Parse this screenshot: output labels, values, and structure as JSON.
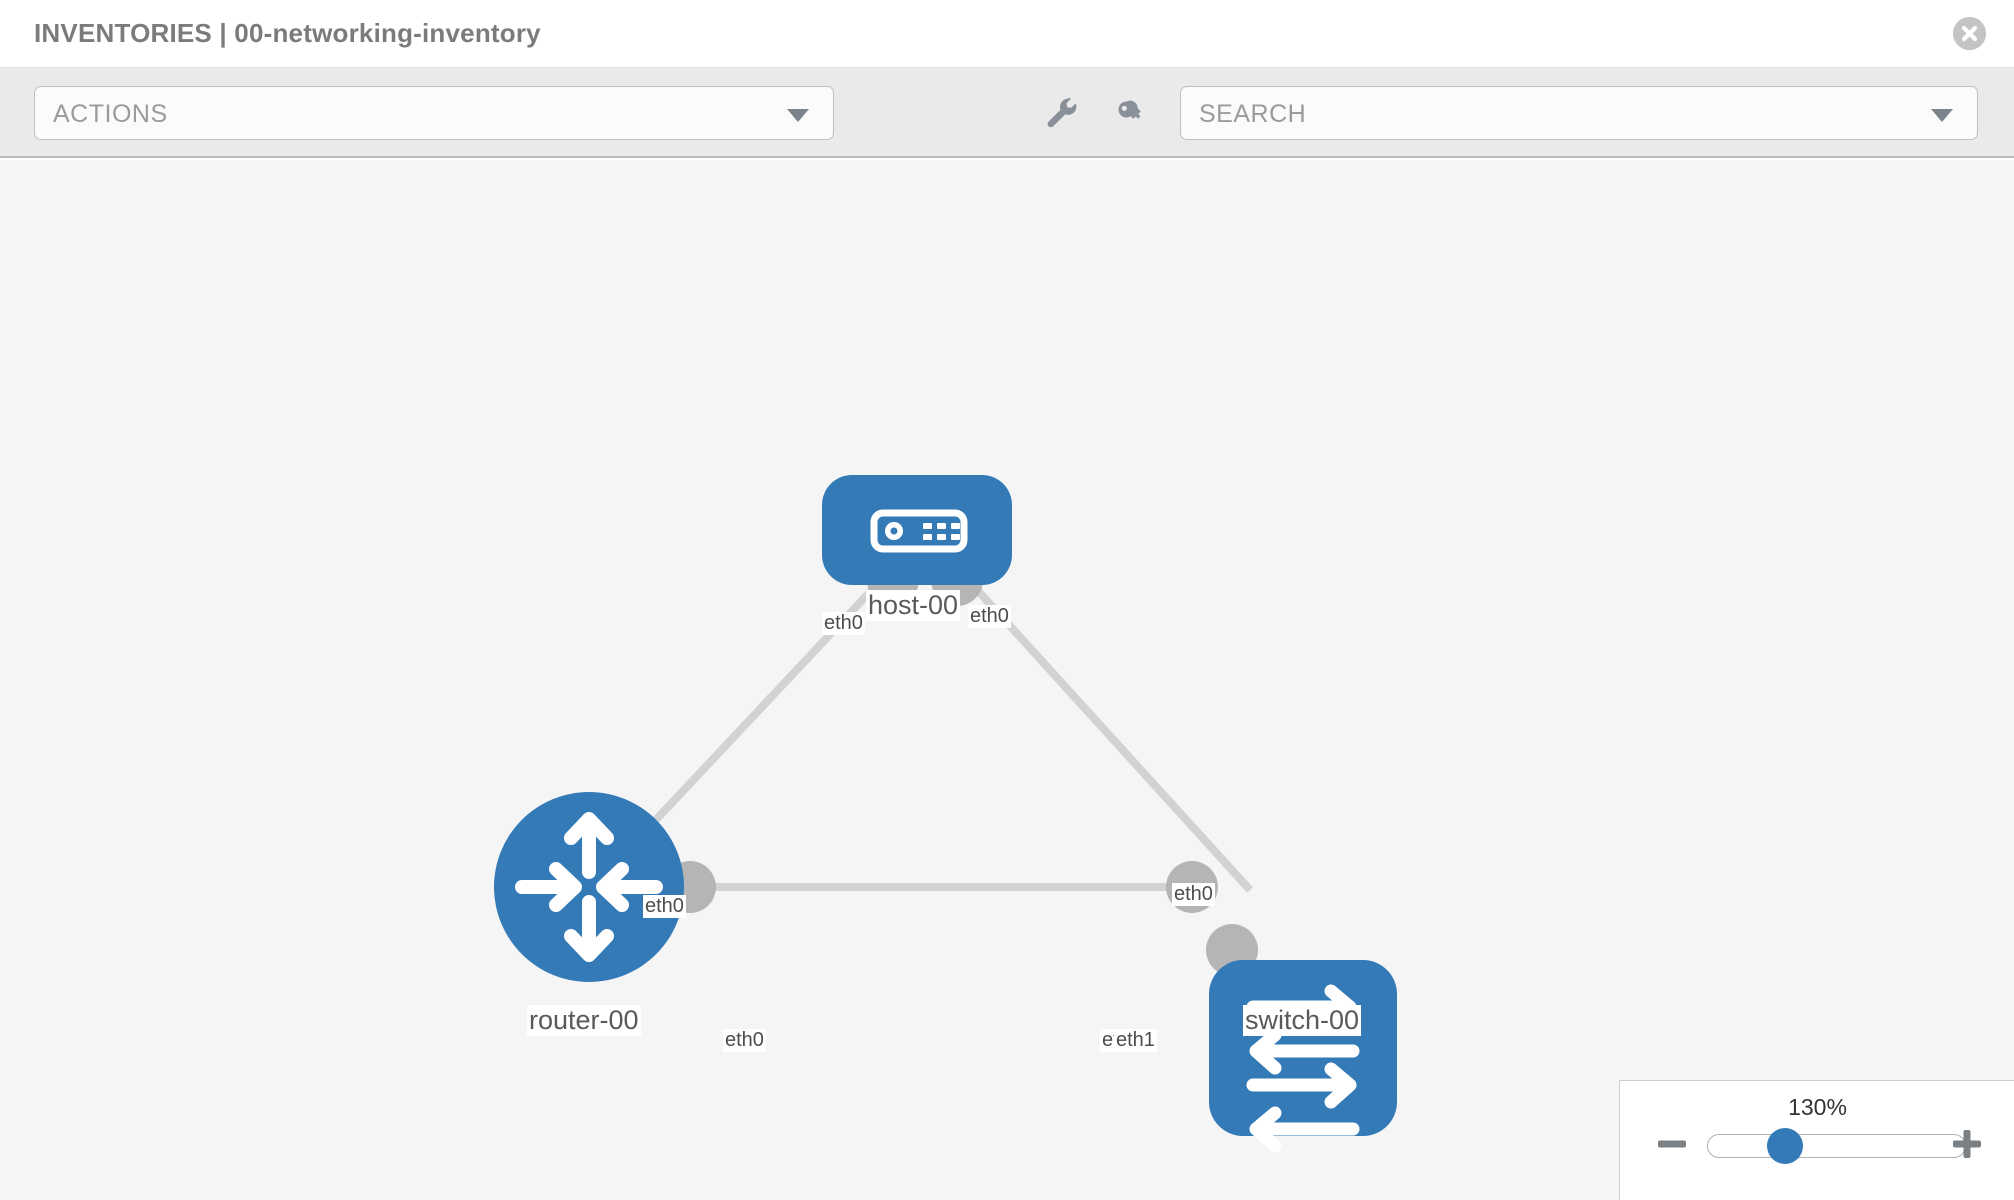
{
  "header": {
    "title": "INVENTORIES | 00-networking-inventory",
    "close_icon": "close-circle-icon"
  },
  "toolbar": {
    "actions": {
      "label": "ACTIONS",
      "caret_icon": "chevron-down-icon"
    },
    "wrench_icon": "wrench-icon",
    "key_icon": "key-icon",
    "search": {
      "placeholder": "SEARCH",
      "value": "SEARCH",
      "caret_icon": "chevron-down-icon"
    }
  },
  "topology": {
    "background_color": "#f5f5f5",
    "node_color": "#337ab7",
    "link_color": "#d2d2d2",
    "connector_color": "#b5b5b5",
    "nodes": [
      {
        "id": "host-00",
        "label": "host-00",
        "type": "host",
        "icon": "server-appliance-icon",
        "shape": "rounded-rect"
      },
      {
        "id": "router-00",
        "label": "router-00",
        "type": "router",
        "icon": "router-arrows-icon",
        "shape": "circle"
      },
      {
        "id": "switch-00",
        "label": "switch-00",
        "type": "switch",
        "icon": "switch-arrows-icon",
        "shape": "rounded-square"
      }
    ],
    "links": [
      {
        "from": "host-00",
        "to": "router-00",
        "from_iface": "eth0",
        "to_iface": "eth0"
      },
      {
        "from": "host-00",
        "to": "switch-00",
        "from_iface": "eth0",
        "to_iface": "eth0"
      },
      {
        "from": "router-00",
        "to": "switch-00",
        "from_iface": "eth0",
        "to_iface": "eth1"
      }
    ],
    "interface_labels": {
      "host_left": "eth0",
      "host_right": "eth0",
      "router_up": "eth0",
      "switch_up": "eth0",
      "router_right": "eth0",
      "switch_left_under": "eth0",
      "switch_left": "eth1"
    }
  },
  "zoom_control": {
    "level": "130%",
    "minus_icon": "minus-icon",
    "plus_icon": "plus-icon",
    "slider_name": "zoom-slider"
  }
}
